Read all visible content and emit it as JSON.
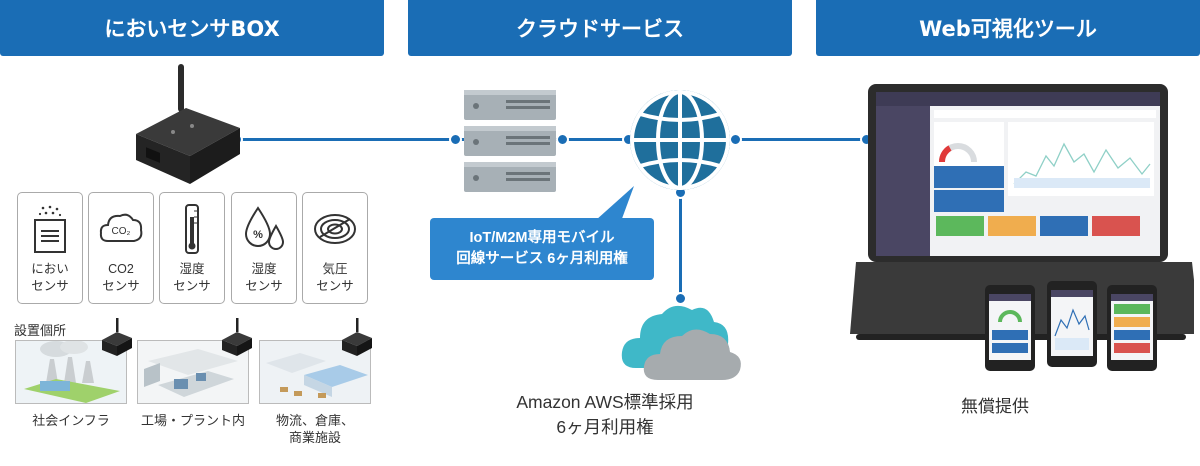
{
  "headers": {
    "box": "においセンサBOX",
    "cloud": "クラウドサービス",
    "web": "Web可視化ツール"
  },
  "sensors": [
    {
      "label_line1": "におい",
      "label_line2": "センサ",
      "icon": "odor-sensor-icon"
    },
    {
      "label_line1": "CO2",
      "label_line2": "センサ",
      "icon": "co2-icon"
    },
    {
      "label_line1": "湿度",
      "label_line2": "センサ",
      "icon": "thermometer-icon"
    },
    {
      "label_line1": "湿度",
      "label_line2": "センサ",
      "icon": "humidity-drops-icon"
    },
    {
      "label_line1": "気圧",
      "label_line2": "センサ",
      "icon": "pressure-icon"
    }
  ],
  "co2_badge": "CO₂",
  "install": {
    "title": "設置個所",
    "places": [
      {
        "caption_line1": "社会インフラ",
        "caption_line2": ""
      },
      {
        "caption_line1": "工場・プラント内",
        "caption_line2": ""
      },
      {
        "caption_line1": "物流、倉庫、",
        "caption_line2": "商業施設"
      }
    ]
  },
  "callout": {
    "line1": "IoT/M2M専用モバイル",
    "line2": "回線サービス 6ヶ月利用権"
  },
  "aws": {
    "line1": "Amazon AWS標準採用",
    "line2": "6ヶ月利用権"
  },
  "web_caption": "無償提供",
  "colors": {
    "primary": "#1a6db5",
    "callout": "#2e86cf",
    "globe": "#1f6f9c",
    "cloud_teal": "#3fb8c8",
    "cloud_gray": "#a6abae"
  }
}
